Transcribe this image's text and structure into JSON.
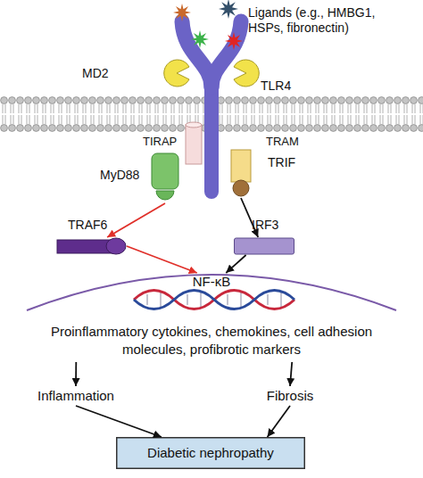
{
  "diagram": {
    "nodes": [
      {
        "text": [
          "MyD88"
        ]
      },
      {
        "text": [
          "TRIF"
        ]
      },
      {
        "text": [
          "TRAF6"
        ]
      },
      {
        "text": [
          "IRF3"
        ]
      },
      {
        "text": [
          "NF-κB"
        ]
      },
      {
        "text": [
          "Proinflammatory cytokines, chemokines, cell adhesion molecules, profibrotic markers"
        ]
      },
      {
        "text": [
          "Inflammation"
        ]
      },
      {
        "text": [
          "Fibrosis"
        ]
      },
      {
        "text": [
          "Diabetic nephropathy"
        ]
      }
    ],
    "edges": [
      {
        "from": 0,
        "to": 2,
        "arrow": "to"
      },
      {
        "from": 1,
        "to": 3,
        "arrow": "to"
      },
      {
        "from": 2,
        "to": 4,
        "arrow": "to"
      },
      {
        "from": 3,
        "to": 4,
        "arrow": "to"
      },
      {
        "from": 5,
        "to": 6,
        "arrow": "to"
      },
      {
        "from": 5,
        "to": 7,
        "arrow": "to"
      },
      {
        "from": 6,
        "to": 8,
        "arrow": "to"
      },
      {
        "from": 7,
        "to": 8,
        "arrow": "to"
      }
    ],
    "labels": [
      "Ligands (e.g., HMBG1, HSPs, fibronectin)",
      "MD2",
      "TLR4",
      "TIRAP",
      "TRAM"
    ]
  }
}
